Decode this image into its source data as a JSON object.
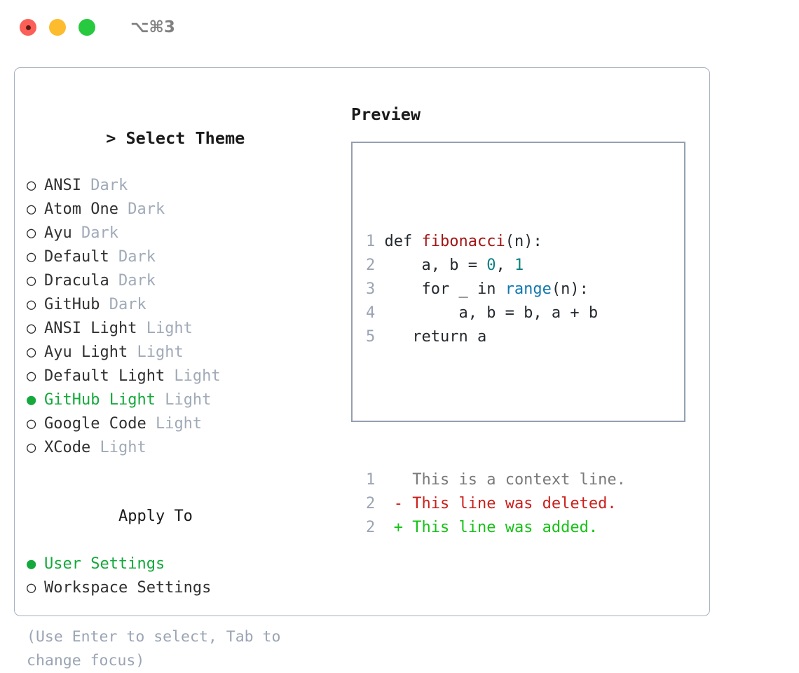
{
  "window": {
    "shortcut_label": "⌥⌘3",
    "traffic_lights": [
      "close-red",
      "minimize-yellow",
      "maximize-green"
    ]
  },
  "theme_picker": {
    "header_prefix": "> ",
    "header_label": "Select Theme",
    "bullet_unselected": "○",
    "bullet_selected": "●",
    "items": [
      {
        "name": "ANSI",
        "variant": "Dark",
        "selected": false
      },
      {
        "name": "Atom One",
        "variant": "Dark",
        "selected": false
      },
      {
        "name": "Ayu",
        "variant": "Dark",
        "selected": false
      },
      {
        "name": "Default",
        "variant": "Dark",
        "selected": false
      },
      {
        "name": "Dracula",
        "variant": "Dark",
        "selected": false
      },
      {
        "name": "GitHub",
        "variant": "Dark",
        "selected": false
      },
      {
        "name": "ANSI Light",
        "variant": "Light",
        "selected": false
      },
      {
        "name": "Ayu Light",
        "variant": "Light",
        "selected": false
      },
      {
        "name": "Default Light",
        "variant": "Light",
        "selected": false
      },
      {
        "name": "GitHub Light",
        "variant": "Light",
        "selected": true
      },
      {
        "name": "Google Code",
        "variant": "Light",
        "selected": false
      },
      {
        "name": "XCode",
        "variant": "Light",
        "selected": false
      }
    ]
  },
  "apply_to": {
    "header_label": "Apply To",
    "items": [
      {
        "name": "User Settings",
        "selected": true
      },
      {
        "name": "Workspace Settings",
        "selected": false
      }
    ]
  },
  "hint": {
    "text": "(Use Enter to select, Tab to change focus)"
  },
  "preview": {
    "title": "Preview",
    "code_lines": [
      {
        "ln": "1",
        "tokens": [
          {
            "t": "def ",
            "c": "kw"
          },
          {
            "t": "fibonacci",
            "c": "fn"
          },
          {
            "t": "(n):",
            "c": "plain"
          }
        ]
      },
      {
        "ln": "2",
        "tokens": [
          {
            "t": "    a, b = ",
            "c": "plain"
          },
          {
            "t": "0",
            "c": "num"
          },
          {
            "t": ", ",
            "c": "plain"
          },
          {
            "t": "1",
            "c": "num"
          }
        ]
      },
      {
        "ln": "3",
        "tokens": [
          {
            "t": "    for _ in ",
            "c": "plain"
          },
          {
            "t": "range",
            "c": "builtin"
          },
          {
            "t": "(n):",
            "c": "plain"
          }
        ]
      },
      {
        "ln": "4",
        "tokens": [
          {
            "t": "        a, b = b, a + b",
            "c": "plain"
          }
        ]
      },
      {
        "ln": "5",
        "tokens": [
          {
            "t": "   return a",
            "c": "plain"
          }
        ]
      }
    ],
    "diff_lines": [
      {
        "ln": "1",
        "marker": " ",
        "text": " This is a context line.",
        "kind": "diff-ctx"
      },
      {
        "ln": "2",
        "marker": "-",
        "text": " This line was deleted.",
        "kind": "diff-del"
      },
      {
        "ln": "2",
        "marker": "+",
        "text": " This line was added.",
        "kind": "diff-add"
      }
    ]
  },
  "colors": {
    "accent_green": "#15a83c",
    "muted": "#9aa4b4",
    "border": "#a6b0bf",
    "preview_border": "#94a0b0",
    "syntax_function": "#a31515",
    "syntax_number": "#0d8080",
    "syntax_builtin": "#1177ae",
    "diff_delete": "#cc1f1a",
    "diff_add": "#16c216"
  }
}
